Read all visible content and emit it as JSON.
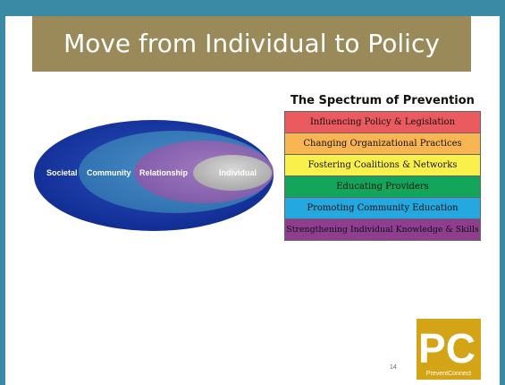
{
  "slide": {
    "title": "Move from Individual to Policy",
    "page_number": "14"
  },
  "venn": {
    "labels": [
      "Societal",
      "Community",
      "Relationship",
      "Individual"
    ]
  },
  "spectrum": {
    "title": "The Spectrum of Prevention",
    "levels": [
      {
        "label": "Influencing Policy & Legislation",
        "color": "#ea5a5f"
      },
      {
        "label": "Changing Organizational Practices",
        "color": "#f8b552"
      },
      {
        "label": "Fostering Coalitions & Networks",
        "color": "#f9f04c"
      },
      {
        "label": "Educating Providers",
        "color": "#13a65b"
      },
      {
        "label": "Promoting Community Education",
        "color": "#25a7df"
      },
      {
        "label": "Strengthening Individual Knowledge & Skills",
        "color": "#8f3d8f"
      }
    ]
  },
  "logo": {
    "initials": "PC",
    "text": "PreventConnect",
    "color": "#d4a417"
  },
  "colors": {
    "accent": "#3a8aa6",
    "title_bar": "#9a8a5a"
  }
}
